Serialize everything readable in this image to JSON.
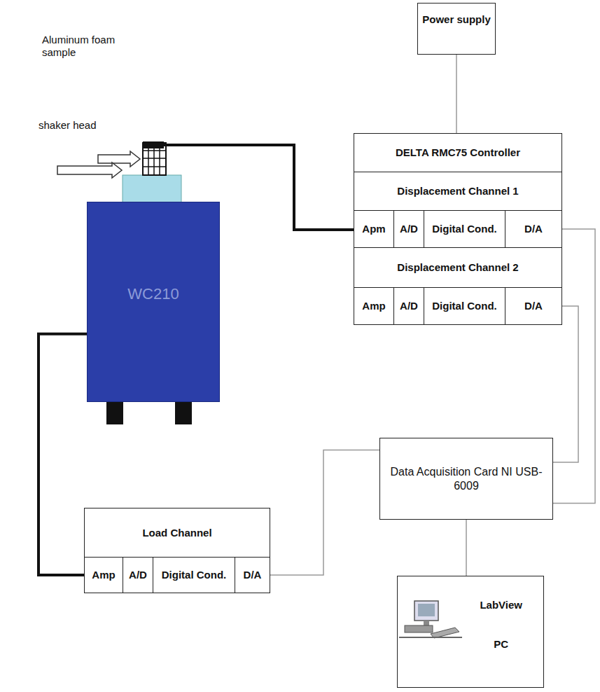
{
  "diagram": {
    "nodes": [
      {
        "text": [
          "Power supply"
        ]
      },
      {
        "text": [
          "DELTA RMC75 Controller"
        ]
      },
      {
        "text": [
          "Displacement Channel 1"
        ]
      },
      {
        "text": [
          "Apm"
        ]
      },
      {
        "text": [
          "A/D"
        ]
      },
      {
        "text": [
          "Digital Cond."
        ]
      },
      {
        "text": [
          "D/A"
        ]
      },
      {
        "text": [
          "Displacement Channel 2"
        ]
      },
      {
        "text": [
          "Amp"
        ]
      },
      {
        "text": [
          "A/D"
        ]
      },
      {
        "text": [
          "Digital Cond."
        ]
      },
      {
        "text": [
          "D/A"
        ]
      },
      {
        "text": [
          "Load Channel"
        ]
      },
      {
        "text": [
          "Amp"
        ]
      },
      {
        "text": [
          "A/D"
        ]
      },
      {
        "text": [
          "Digital Cond."
        ]
      },
      {
        "text": [
          "D/A"
        ]
      },
      {
        "text": [
          "Data Acquisition Card NI USB- 6009"
        ]
      },
      {
        "text": [
          "LabView",
          "PC"
        ]
      },
      {
        "text": [
          "WC210"
        ]
      }
    ],
    "edges": [
      {
        "from": 0,
        "to": 1,
        "arrow": "none"
      },
      {
        "from": 19,
        "to": 13,
        "arrow": "none"
      },
      {
        "from": 6,
        "to": 17,
        "arrow": "none"
      },
      {
        "from": 11,
        "to": 17,
        "arrow": "none"
      },
      {
        "from": 16,
        "to": 17,
        "arrow": "none"
      },
      {
        "from": 17,
        "to": 18,
        "arrow": "none"
      }
    ],
    "labels": [
      "Aluminum foam sample",
      "shaker head"
    ]
  }
}
